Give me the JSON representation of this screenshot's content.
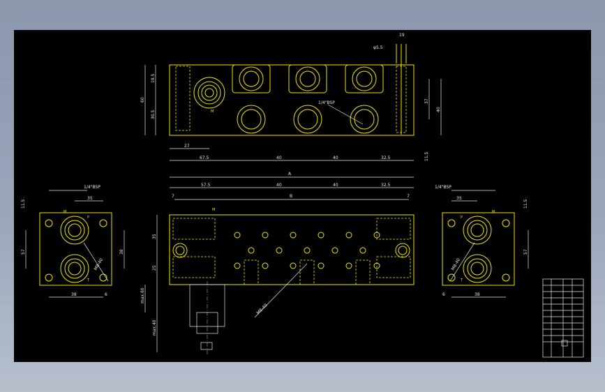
{
  "drawing": {
    "background_color": "#000000",
    "line_color": "#f2e600",
    "dim_color": "#e8e8e8",
    "top_view": {
      "dims": {
        "total_height": "60",
        "upper_height": "19.5",
        "lower_height": "30.5",
        "left_offset": "27",
        "pitch_1": "67.5",
        "pitch_2": "40",
        "pitch_3": "40",
        "pitch_4": "32.5",
        "right_height": "37",
        "right_total": "40",
        "bottom_right": "11.5",
        "top_dim_a": "19",
        "top_dim_b": "φ5.5"
      },
      "thread_callout": "1/4\"BSP",
      "port_label": "M"
    },
    "front_view": {
      "overall_label": "A",
      "inner_label": "B",
      "dims": {
        "seg_1": "57.5",
        "seg_2": "40",
        "seg_3": "40",
        "seg_4": "32.5",
        "edge_left": "7",
        "edge_right": "7",
        "height_upper": "35",
        "height_lower": "25",
        "depth_1": "max.60",
        "depth_2": "max.40",
        "diag": "M8-40"
      },
      "port_label": "M"
    },
    "left_view": {
      "thread_callout": "1/4\"BSP",
      "dims": {
        "top": "11.5",
        "width_top": "35",
        "height": "57",
        "right_h": "38",
        "bottom": "38",
        "bottom_small": "6"
      },
      "port_labels": {
        "p": "P",
        "t": "T",
        "m": "M"
      },
      "diag": "M8-40"
    },
    "right_view": {
      "thread_callout": "1/4\"BSP",
      "dims": {
        "top": "11.5",
        "width_top": "35",
        "height": "57",
        "bottom": "38",
        "bottom_small": "6"
      },
      "port_labels": {
        "p": "P",
        "t": "T",
        "m": "M"
      },
      "diag": "M8-40"
    }
  }
}
